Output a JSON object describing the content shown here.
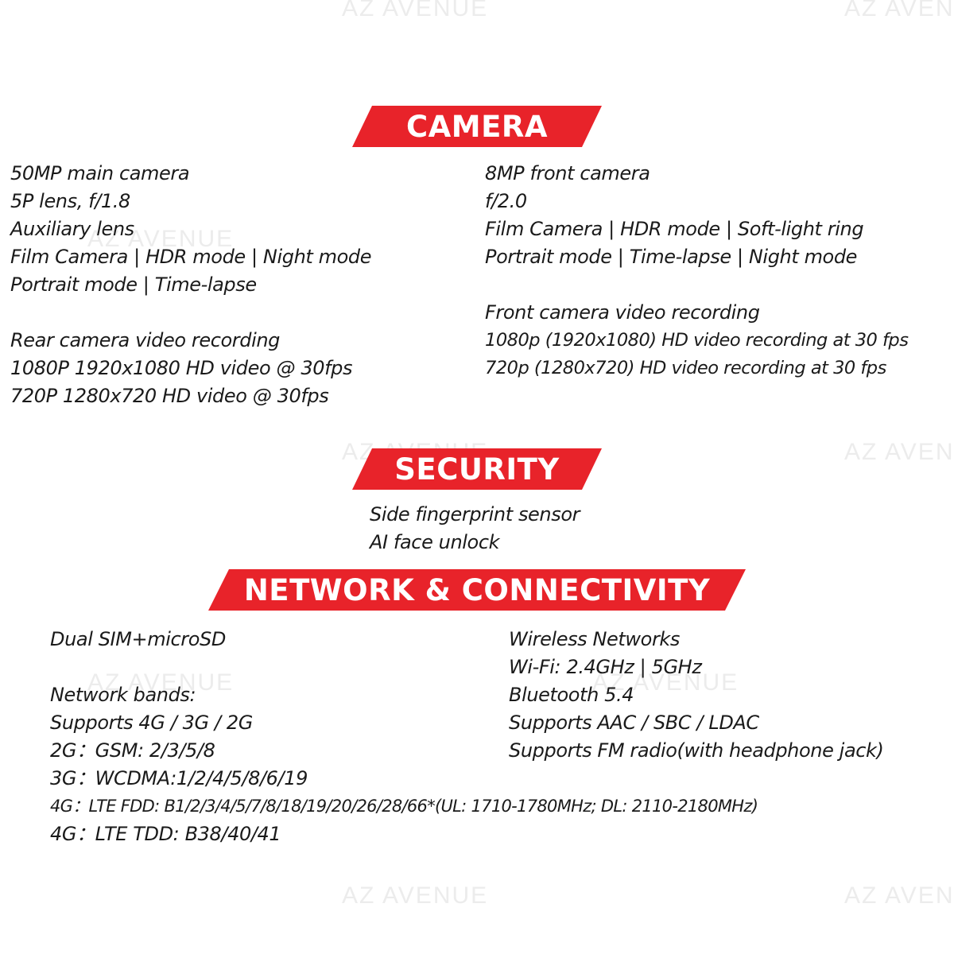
{
  "watermark": "AZ AVENUE",
  "colors": {
    "banner": "#e8232a",
    "text": "#1a1a1a"
  },
  "camera": {
    "title": "CAMERA",
    "left": [
      "50MP main camera",
      "5P lens, f/1.8",
      "Auxiliary lens",
      "Film Camera | HDR mode | Night mode",
      "Portrait mode | Time-lapse",
      "",
      "Rear camera video recording",
      "1080P 1920x1080 HD video @ 30fps",
      "720P 1280x720 HD video @ 30fps"
    ],
    "right": [
      "8MP front camera",
      "f/2.0",
      "Film Camera | HDR mode | Soft-light ring",
      "Portrait mode | Time-lapse | Night mode",
      "",
      "Front camera video recording",
      "1080p (1920x1080) HD video recording at 30 fps",
      "720p (1280x720) HD video recording at 30 fps"
    ]
  },
  "security": {
    "title": "SECURITY",
    "items": [
      "Side fingerprint sensor",
      "AI face unlock"
    ]
  },
  "network": {
    "title": "NETWORK & CONNECTIVITY",
    "left": [
      "Dual SIM+microSD",
      "",
      "Network bands:",
      "Supports 4G / 3G / 2G",
      "2G：GSM: 2/3/5/8",
      "3G：WCDMA:1/2/4/5/8/6/19",
      "4G：LTE FDD: B1/2/3/4/5/7/8/18/19/20/26/28/66*(UL: 1710-1780MHz; DL: 2110-2180MHz)",
      "4G：LTE TDD: B38/40/41"
    ],
    "right": [
      "Wireless Networks",
      "Wi-Fi: 2.4GHz | 5GHz",
      "Bluetooth 5.4",
      "Supports AAC / SBC / LDAC",
      "Supports FM radio(with headphone jack)"
    ]
  }
}
